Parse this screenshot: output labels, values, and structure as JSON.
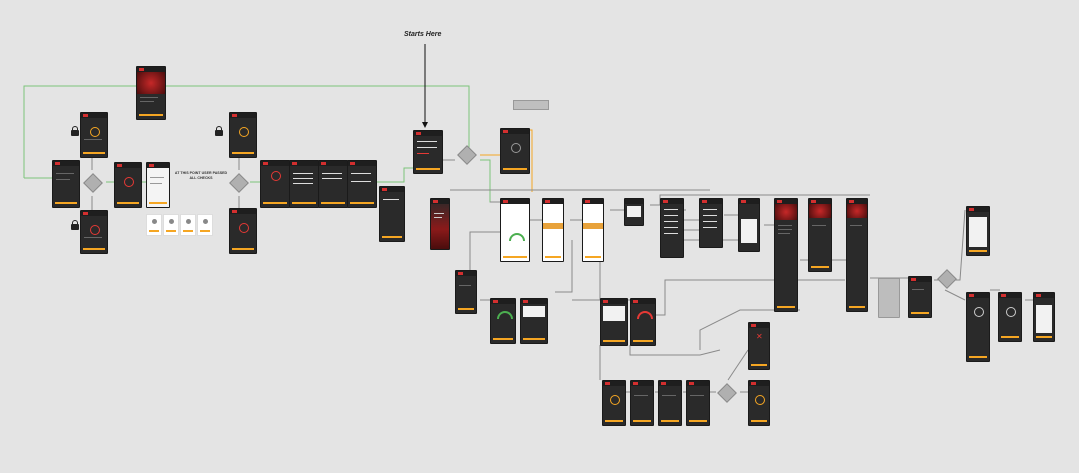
{
  "annotations": {
    "starts_here": "Starts Here",
    "passed_note_1": "AT THIS POINT USER PASSED",
    "passed_note_2": "ALL CHECKS"
  },
  "colors": {
    "canvas": "#e4e4e4",
    "screen": "#2a2a2a",
    "accent": "#f5a623",
    "brand": "#d32f2f",
    "connector_green": "#7cc47a",
    "connector_gray": "#8a8a8a",
    "connector_orange": "#f5a623",
    "connector_dark": "#111111"
  },
  "icons": [
    "lock-icon",
    "warning-icon",
    "close-icon",
    "gauge-icon",
    "down-arrow-icon"
  ]
}
